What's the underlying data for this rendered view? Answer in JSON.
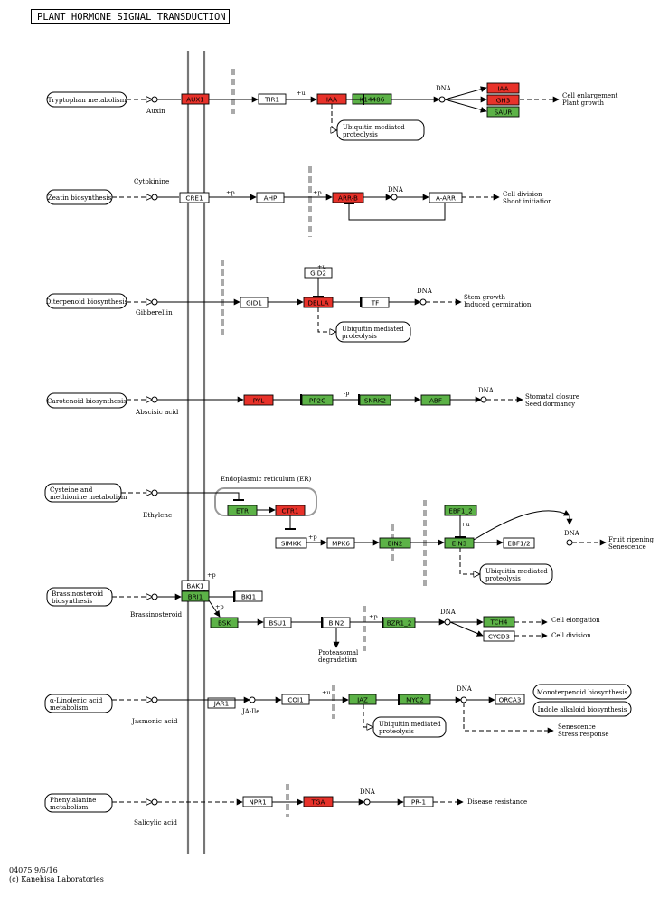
{
  "title": "PLANT HORMONE SIGNAL TRANSDUCTION",
  "footer": {
    "line1": "04075 9/6/16",
    "line2": "(c) Kanehisa Laboratories"
  },
  "colors": {
    "up": "#e8322a",
    "down": "#5cb247",
    "plain": "#ffffff",
    "membrane": "#777777",
    "barrier": "#aaaaaa"
  },
  "pathways": [
    {
      "id": "trp",
      "label": [
        "Tryptophan metabolism"
      ],
      "hormone": "Auxin"
    },
    {
      "id": "zea",
      "label": [
        "Zeatin biosynthesis"
      ],
      "hormone": "Cytokinine"
    },
    {
      "id": "dit",
      "label": [
        "Diterpenoid biosynthesis"
      ],
      "hormone": "Gibberellin"
    },
    {
      "id": "car",
      "label": [
        "Carotenoid biosynthesis"
      ],
      "hormone": "Abscisic acid"
    },
    {
      "id": "cys",
      "label": [
        "Cysteine and",
        "methionine metabolism"
      ],
      "hormone": "Ethylene"
    },
    {
      "id": "bra",
      "label": [
        "Brassinosteroid",
        "biosynthesis"
      ],
      "hormone": "Brassinosteroid"
    },
    {
      "id": "lin",
      "label": [
        "α-Linolenic acid",
        "metabolism"
      ],
      "hormone": "Jasmonic acid"
    },
    {
      "id": "phe",
      "label": [
        "Phenylalanine",
        "metabolism"
      ],
      "hormone": "Salicylic acid"
    }
  ],
  "genes": [
    {
      "id": "aux1",
      "label": "AUX1",
      "color": "up"
    },
    {
      "id": "tir1",
      "label": "TIR1",
      "color": "plain"
    },
    {
      "id": "iaa1",
      "label": "IAA",
      "color": "up"
    },
    {
      "id": "k14486",
      "label": "K14486",
      "color": "down"
    },
    {
      "id": "iaa2",
      "label": "IAA",
      "color": "up"
    },
    {
      "id": "gh3",
      "label": "GH3",
      "color": "up"
    },
    {
      "id": "saur",
      "label": "SAUR",
      "color": "down"
    },
    {
      "id": "cre1",
      "label": "CRE1",
      "color": "plain"
    },
    {
      "id": "ahp",
      "label": "AHP",
      "color": "plain"
    },
    {
      "id": "arrb",
      "label": "ARR-B",
      "color": "up"
    },
    {
      "id": "aarr",
      "label": "A-ARR",
      "color": "plain"
    },
    {
      "id": "gid2",
      "label": "GID2",
      "color": "plain"
    },
    {
      "id": "gid1",
      "label": "GID1",
      "color": "plain"
    },
    {
      "id": "della",
      "label": "DELLA",
      "color": "up"
    },
    {
      "id": "tf",
      "label": "TF",
      "color": "plain"
    },
    {
      "id": "pyl",
      "label": "PYL",
      "color": "up"
    },
    {
      "id": "pp2c",
      "label": "PP2C",
      "color": "down"
    },
    {
      "id": "snrk2",
      "label": "SNRK2",
      "color": "down"
    },
    {
      "id": "abf",
      "label": "ABF",
      "color": "down"
    },
    {
      "id": "etr",
      "label": "ETR",
      "color": "down"
    },
    {
      "id": "ctr1",
      "label": "CTR1",
      "color": "up"
    },
    {
      "id": "simkk",
      "label": "SIMKK",
      "color": "plain"
    },
    {
      "id": "mpk6",
      "label": "MPK6",
      "color": "plain"
    },
    {
      "id": "ein2",
      "label": "EIN2",
      "color": "down"
    },
    {
      "id": "ebf12a",
      "label": "EBF1_2",
      "color": "down"
    },
    {
      "id": "ein3",
      "label": "EIN3",
      "color": "down"
    },
    {
      "id": "ebf12b",
      "label": "EBF1/2",
      "color": "plain"
    },
    {
      "id": "bak1",
      "label": "BAK1",
      "color": "plain"
    },
    {
      "id": "bri1",
      "label": "BRI1",
      "color": "down"
    },
    {
      "id": "bki1",
      "label": "BKI1",
      "color": "plain"
    },
    {
      "id": "bsk",
      "label": "BSK",
      "color": "down"
    },
    {
      "id": "bsu1",
      "label": "BSU1",
      "color": "plain"
    },
    {
      "id": "bin2",
      "label": "BIN2",
      "color": "plain"
    },
    {
      "id": "bzr12",
      "label": "BZR1_2",
      "color": "down"
    },
    {
      "id": "tch4",
      "label": "TCH4",
      "color": "down"
    },
    {
      "id": "cycd3",
      "label": "CYCD3",
      "color": "plain"
    },
    {
      "id": "jar1",
      "label": "JAR1",
      "color": "plain"
    },
    {
      "id": "coi1",
      "label": "COI1",
      "color": "plain"
    },
    {
      "id": "jaz",
      "label": "JAZ",
      "color": "down"
    },
    {
      "id": "myc2",
      "label": "MYC2",
      "color": "down"
    },
    {
      "id": "orca3",
      "label": "ORCA3",
      "color": "plain"
    },
    {
      "id": "npr1",
      "label": "NPR1",
      "color": "plain"
    },
    {
      "id": "tga",
      "label": "TGA",
      "color": "up"
    },
    {
      "id": "pr1",
      "label": "PR-1",
      "color": "plain"
    }
  ],
  "compound_labels": [
    {
      "id": "ja_ile",
      "text": "JA-Ile"
    }
  ],
  "annotations": [
    {
      "id": "ubiq1",
      "lines": [
        "Ubiquitin mediated",
        "proteolysis"
      ]
    },
    {
      "id": "ubiq2",
      "lines": [
        "Ubiquitin mediated",
        "proteolysis"
      ]
    },
    {
      "id": "ubiq3",
      "lines": [
        "Ubiquitin mediated",
        "proteolysis"
      ]
    },
    {
      "id": "ubiq4",
      "lines": [
        "Ubiquitin mediated",
        "proteolysis"
      ]
    },
    {
      "id": "proteasomal",
      "lines": [
        "Proteasomal",
        "degradation"
      ]
    },
    {
      "id": "er",
      "lines": [
        "Endoplasmic reticulum (ER)"
      ]
    },
    {
      "id": "monoterp",
      "lines": [
        "Monoterpenoid biosynthesis"
      ]
    },
    {
      "id": "indole",
      "lines": [
        "Indole alkaloid biosynthesis"
      ]
    }
  ],
  "small_labels": {
    "dna": "DNA",
    "plus_u": "+u",
    "plus_p": "+p",
    "minus_p": "-p"
  },
  "outputs": [
    {
      "id": "auxin_out",
      "lines": [
        "Cell enlargement",
        "Plant growth"
      ]
    },
    {
      "id": "cyto_out",
      "lines": [
        "Cell division",
        "Shoot initiation"
      ]
    },
    {
      "id": "gib_out",
      "lines": [
        "Stem growth",
        "Induced germination"
      ]
    },
    {
      "id": "aba_out",
      "lines": [
        "Stomatal closure",
        "Seed dormancy"
      ]
    },
    {
      "id": "eth_out",
      "lines": [
        "Fruit ripening",
        "Senescence"
      ]
    },
    {
      "id": "br_out1",
      "lines": [
        "Cell elongation"
      ]
    },
    {
      "id": "br_out2",
      "lines": [
        "Cell division"
      ]
    },
    {
      "id": "ja_out",
      "lines": [
        "Senescence",
        "Stress response"
      ]
    },
    {
      "id": "sa_out",
      "lines": [
        "Disease resistance"
      ]
    }
  ]
}
